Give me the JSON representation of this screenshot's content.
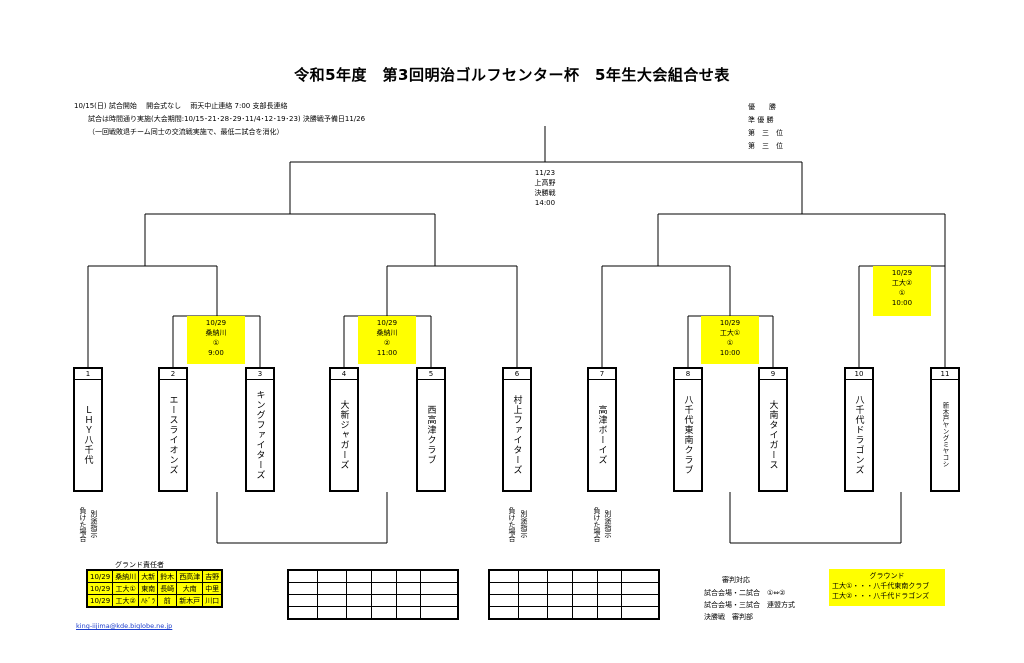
{
  "title": "令和5年度　第3回明治ゴルフセンター杯　5年生大会組合せ表",
  "notes": [
    "10/15(日)  試合開始　 開会式なし　 雨天中止連絡  7:00  支部長連絡",
    "試合は時間通り実施(大会期間:10/15･21･28･29･11/4･12･19･23)  決勝戦予備日11/26",
    "（一回戦敗退チーム同士の交流戦実施で、最低二試合を消化）"
  ],
  "placings": [
    "優　　勝",
    "準 優 勝",
    "第　三　位",
    "第　三　位"
  ],
  "final": {
    "date": "11/23",
    "venue": "上高野",
    "label": "決勝戦",
    "time": "14:00"
  },
  "matches": [
    {
      "date": "10/29",
      "venue": "桑納川",
      "field": "①",
      "time": "9:00"
    },
    {
      "date": "10/29",
      "venue": "桑納川",
      "field": "②",
      "time": "11:00"
    },
    {
      "date": "10/29",
      "venue": "工大①",
      "field": "①",
      "time": "10:00"
    },
    {
      "date": "10/29",
      "venue": "工大②",
      "field": "①",
      "time": "10:00"
    }
  ],
  "teams": [
    {
      "num": "1",
      "name": "ＬＨＹ八千代"
    },
    {
      "num": "2",
      "name": "エースライオンズ"
    },
    {
      "num": "3",
      "name": "キングファイターズ"
    },
    {
      "num": "4",
      "name": "大新ジャガーズ"
    },
    {
      "num": "5",
      "name": "西高津クラブ"
    },
    {
      "num": "6",
      "name": "村上ファイターズ"
    },
    {
      "num": "7",
      "name": "高津ボーイズ"
    },
    {
      "num": "8",
      "name": "八千代東南クラブ"
    },
    {
      "num": "9",
      "name": "大南タイガース"
    },
    {
      "num": "10",
      "name": "八千代ドラゴンズ"
    },
    {
      "num": "11",
      "name": "新木戸ヤングミヤコシ"
    }
  ],
  "lose_note": {
    "a": "負けた場合",
    "b": "別途指示"
  },
  "ground_duty": {
    "title": "グランド責任者",
    "rows": [
      [
        "10/29",
        "桑納川",
        "大新",
        "鈴木",
        "西高津",
        "吉野"
      ],
      [
        "10/29",
        "工大①",
        "東南",
        "長崎",
        "大南",
        "中里"
      ],
      [
        "10/29",
        "工大②",
        "ﾊﾄﾞﾗ",
        "前",
        "新木戸",
        "川口"
      ]
    ]
  },
  "referee": {
    "title": "審判対応",
    "lines": [
      "試合会場・二試合　①⇔②",
      "試合会場・三試合　連盟方式",
      "決勝戦　審判部"
    ]
  },
  "ground": {
    "title": "グラウンド",
    "lines": [
      "工大①・・・八千代東南クラブ",
      "工大②・・・八千代ドラゴンズ"
    ]
  },
  "email": "king-iijima@kde.biglobe.ne.jp"
}
